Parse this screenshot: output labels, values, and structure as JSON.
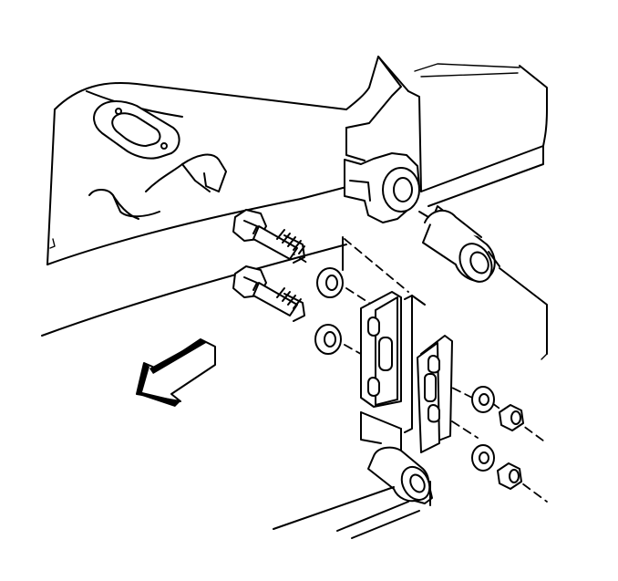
{
  "diagram": {
    "background": "#ffffff",
    "line_color": "#000000",
    "parts": [
      "frame-rail",
      "crossmember",
      "upper-bushing",
      "lower-bushing",
      "upper-bolt",
      "lower-bolt",
      "upper-washer",
      "lower-washer",
      "bracket",
      "upper-nut",
      "lower-nut",
      "direction-arrow"
    ]
  }
}
